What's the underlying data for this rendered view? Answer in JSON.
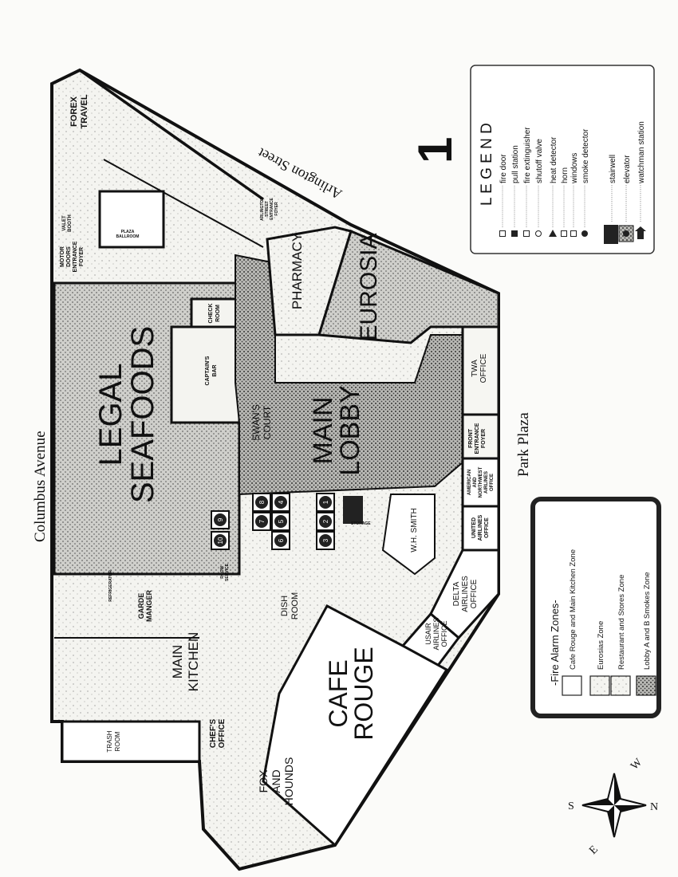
{
  "streets": {
    "west": "Columbus Avenue",
    "north": "Arlington Street",
    "east": "Park Plaza"
  },
  "floor_number": "1",
  "rooms": {
    "forex": [
      "FOREX",
      "TRAVEL"
    ],
    "legal": [
      "LEGAL",
      "SEAFOODS"
    ],
    "captains_bar": [
      "CAPTAIN'S",
      "BAR"
    ],
    "check_room": [
      "CHECK",
      "ROOM"
    ],
    "pharmacy": "PHARMACY",
    "eurosia": "EUROSIA",
    "twa": [
      "TWA",
      "OFFICE"
    ],
    "swans_court": [
      "SWAN'S",
      "COURT"
    ],
    "main_lobby": [
      "MAIN",
      "LOBBY"
    ],
    "front_foyer": [
      "FRONT",
      "ENTRANCE",
      "FOYER"
    ],
    "american": [
      "AMERICAN",
      "AND",
      "NORTHWEST",
      "AIRLINES",
      "OFFICE"
    ],
    "united": [
      "UNITED",
      "AIRLINES",
      "OFFICE"
    ],
    "wh_smith": "W.H. SMITH",
    "delta": [
      "DELTA",
      "AIRLINES",
      "OFFICE"
    ],
    "usair": [
      "USAIR",
      "AIRLINES",
      "OFFICE"
    ],
    "storage": "STORAGE",
    "dish_room": [
      "DISH",
      "ROOM"
    ],
    "room_service": [
      "ROOM",
      "SERVICE"
    ],
    "garde_manger": [
      "GARDE",
      "MANGER"
    ],
    "refrigerator": "REFRIGERATOR",
    "main_kitchen": [
      "MAIN",
      "KITCHEN"
    ],
    "cafe_rouge": [
      "CAFE",
      "ROUGE"
    ],
    "chefs_office": [
      "CHEF'S",
      "OFFICE"
    ],
    "trash_room": [
      "TRASH",
      "ROOM"
    ],
    "fox_hounds": [
      "FOX",
      "AND",
      "HOUNDS"
    ],
    "motor_doors": [
      "MOTOR",
      "DOORS",
      "ENTRANCE",
      "FOYER"
    ],
    "valet": [
      "VALET",
      "BOOTH"
    ],
    "ballroom": [
      "PLAZA",
      "BALLROOM"
    ],
    "arlington_foyer": [
      "ARLINGTON",
      "STREET",
      "ENTRANCE",
      "FOYER"
    ]
  },
  "elevator_numbers": [
    "1",
    "2",
    "3",
    "4",
    "5",
    "6",
    "7",
    "8",
    "9",
    "10"
  ],
  "legend": {
    "title": "L E G E N D",
    "items": [
      {
        "symbol": "fire-door",
        "label": "fire door"
      },
      {
        "symbol": "pull-station",
        "label": "pull station"
      },
      {
        "symbol": "fire-extinguisher",
        "label": "fire extinguisher"
      },
      {
        "symbol": "shutoff-valve",
        "label": "shutoff valve"
      },
      {
        "symbol": "heat-detector",
        "label": "heat detector"
      },
      {
        "symbol": "horn",
        "label": "horn"
      },
      {
        "symbol": "windows",
        "label": "windows"
      },
      {
        "symbol": "smoke-detector",
        "label": "smoke detector"
      },
      {
        "symbol": "stairwell",
        "label": "stairwell"
      },
      {
        "symbol": "elevator",
        "label": "elevator"
      },
      {
        "symbol": "watchman-station",
        "label": "watchman station"
      }
    ]
  },
  "zones": {
    "title": "-Fire Alarm Zones-",
    "items": [
      {
        "label": "Cafe Rouge and Main Kitchen Zone",
        "pattern": "none"
      },
      {
        "label": "Eurosias Zone",
        "pattern": "light"
      },
      {
        "label": "Restaurant and Stores Zone",
        "pattern": "light"
      },
      {
        "label": "Lobby A and B Smokes Zone",
        "pattern": "dense"
      }
    ]
  },
  "compass": {
    "n": "N",
    "s": "S",
    "e": "E",
    "w": "W"
  }
}
